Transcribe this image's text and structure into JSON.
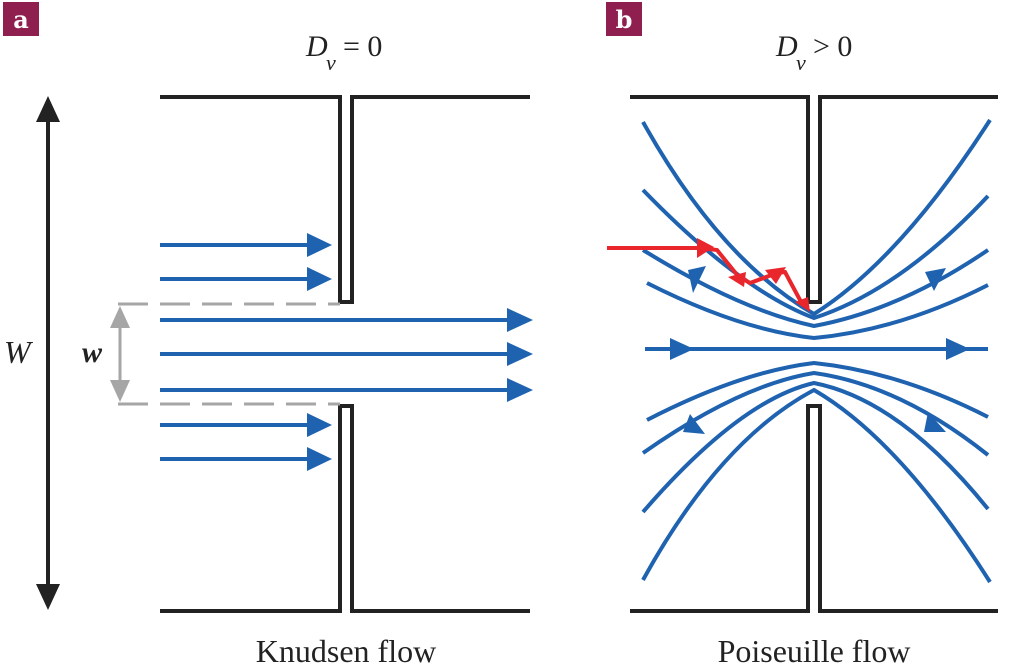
{
  "panels": [
    {
      "badge": "a",
      "condition": {
        "symbol": "D",
        "subscript": "v",
        "relation": "= 0"
      },
      "caption": "Knudsen flow",
      "dimension_labels": {
        "outer_width": "W",
        "aperture_width": "w"
      },
      "flow_type": "straight parallel molecular trajectories",
      "arrows_blocked_above": 2,
      "arrows_through_aperture": 3,
      "arrows_blocked_below": 2
    },
    {
      "badge": "b",
      "condition": {
        "symbol": "D",
        "subscript": "v",
        "relation": "> 0"
      },
      "caption": "Poiseuille flow",
      "flow_type": "hyperbolic streamlines converging through aperture",
      "streamlines_upper": 4,
      "streamlines_lower": 4,
      "center_streamline": 1,
      "highlighted_trajectory": "zig-zag molecule path (red)"
    }
  ],
  "colors": {
    "badge": "#8e1f4f",
    "flow": "#1f63b0",
    "trajectory": "#e8262b",
    "wall": "#222222",
    "guide": "#a6a6a6"
  }
}
